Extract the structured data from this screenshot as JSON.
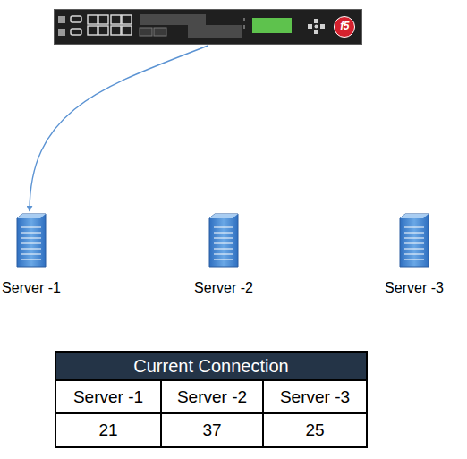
{
  "diagram": {
    "nodes": [
      {
        "text": [
          "f5"
        ]
      },
      {
        "text": [
          "Server -1"
        ]
      },
      {
        "text": [
          "Server -2"
        ]
      },
      {
        "text": [
          "Server -3"
        ]
      }
    ],
    "edges": [
      {
        "from": 0,
        "to": 1,
        "arrow": "to"
      }
    ],
    "labels": [
      "Current Connection",
      "Server -1",
      "Server -2",
      "Server -3",
      "21",
      "37",
      "25"
    ]
  }
}
